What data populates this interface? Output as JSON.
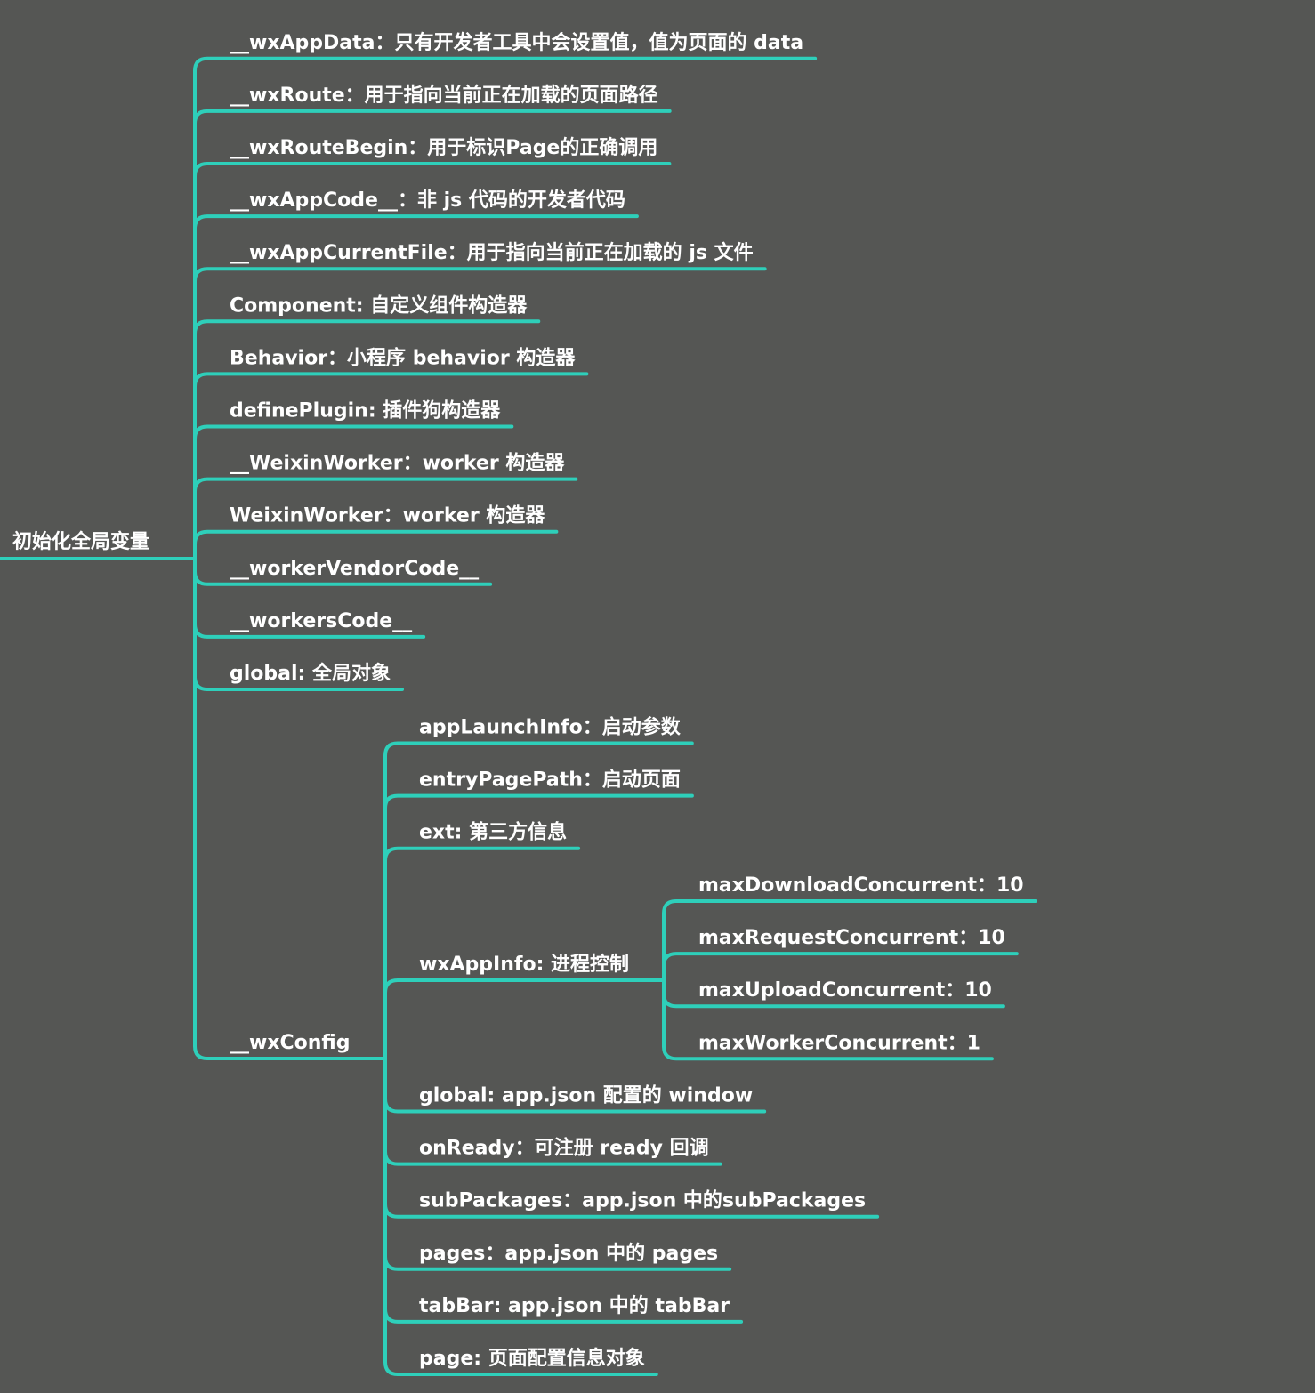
{
  "colors": {
    "background": "#555654",
    "branch": "#2ecfba",
    "text": "#ffffff"
  },
  "root": {
    "label": "初始化全局变量",
    "children": [
      {
        "label": "__wxAppData：只有开发者工具中会设置值，值为页面的 data"
      },
      {
        "label": "__wxRoute：用于指向当前正在加载的页面路径"
      },
      {
        "label": "__wxRouteBegin：用于标识Page的正确调用"
      },
      {
        "label": "__wxAppCode__：非 js 代码的开发者代码"
      },
      {
        "label": "__wxAppCurrentFile：用于指向当前正在加载的 js 文件"
      },
      {
        "label": "Component: 自定义组件构造器"
      },
      {
        "label": "Behavior：小程序 behavior 构造器"
      },
      {
        "label": "definePlugin: 插件狗构造器"
      },
      {
        "label": "__WeixinWorker：worker 构造器"
      },
      {
        "label": "WeixinWorker：worker 构造器"
      },
      {
        "label": "__workerVendorCode__"
      },
      {
        "label": "__workersCode__"
      },
      {
        "label": "global: 全局对象"
      },
      {
        "label": "__wxConfig",
        "children": [
          {
            "label": "appLaunchInfo：启动参数"
          },
          {
            "label": "entryPagePath：启动页面"
          },
          {
            "label": "ext: 第三方信息"
          },
          {
            "label": "wxAppInfo: 进程控制",
            "children": [
              {
                "label": "maxDownloadConcurrent：10"
              },
              {
                "label": "maxRequestConcurrent：10"
              },
              {
                "label": "maxUploadConcurrent：10"
              },
              {
                "label": "maxWorkerConcurrent：1"
              }
            ]
          },
          {
            "label": "global: app.json 配置的 window"
          },
          {
            "label": "onReady：可注册 ready 回调"
          },
          {
            "label": "subPackages：app.json 中的subPackages"
          },
          {
            "label": "pages：app.json 中的 pages"
          },
          {
            "label": "tabBar: app.json 中的 tabBar"
          },
          {
            "label": "page: 页面配置信息对象"
          }
        ]
      }
    ]
  }
}
